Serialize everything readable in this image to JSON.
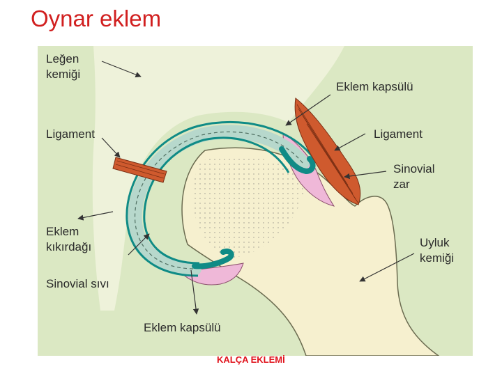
{
  "title": "Oynar eklem",
  "caption": "KALÇA EKLEMİ",
  "colors": {
    "title": "#d11f1f",
    "background": "#dbe8c3",
    "bone": "#f6f0cf",
    "cartilage": "#b7d8cc",
    "capsule": "#0f8b86",
    "synovial_membrane": "#efb8d8",
    "ligament": "#cf5a2e",
    "caption": "#e0121b"
  },
  "labels": {
    "pelvis": [
      "Leğen",
      "kemiği"
    ],
    "ligament_left": "Ligament",
    "cartilage": [
      "Eklem",
      "kıkırdağı"
    ],
    "synovial_fluid": "Sinovial sıvı",
    "capsule_bottom": "Eklem kapsülü",
    "capsule_top": "Eklem kapsülü",
    "ligament_right": "Ligament",
    "synovial_membrane": [
      "Sinovial",
      "zar"
    ],
    "femur": [
      "Uyluk",
      "kemiği"
    ]
  }
}
